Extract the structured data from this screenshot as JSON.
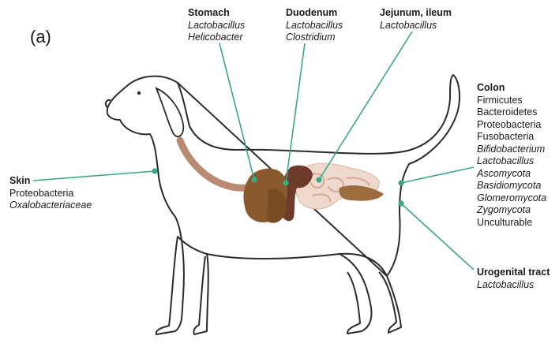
{
  "panel_label": "(a)",
  "colors": {
    "leader_line": "#3aa882",
    "outline": "#2b2b2b",
    "esophagus": "#b98b72",
    "stomach": "#8a5a2e",
    "liver": "#6e3b2a",
    "intestine": "#e7cbbb",
    "gallbladder": "#9c6b3e"
  },
  "labels": {
    "stomach": {
      "title": "Stomach",
      "lines": [
        "Lactobacillus",
        "Helicobacter"
      ]
    },
    "duodenum": {
      "title": "Duodenum",
      "lines": [
        "Lactobacillus",
        "Clostridium"
      ]
    },
    "jejunum": {
      "title": "Jejunum, ileum",
      "lines": [
        "Lactobacillus"
      ]
    },
    "colon": {
      "title": "Colon",
      "lines": [
        "Firmicutes",
        "Bacteroidetes",
        "Proteobacteria",
        "Fusobacteria",
        "Bifidobacterium",
        "Lactobacillus",
        "Ascomycota",
        "Basidiomycota",
        "Glomeromycota",
        "Zygomycota",
        "Unculturable"
      ]
    },
    "skin": {
      "title": "Skin",
      "lines": [
        "Proteobacteria",
        "Oxalobacteriaceae"
      ]
    },
    "urogenital": {
      "title": "Urogenital tract",
      "lines": [
        "Lactobacillus"
      ]
    }
  }
}
